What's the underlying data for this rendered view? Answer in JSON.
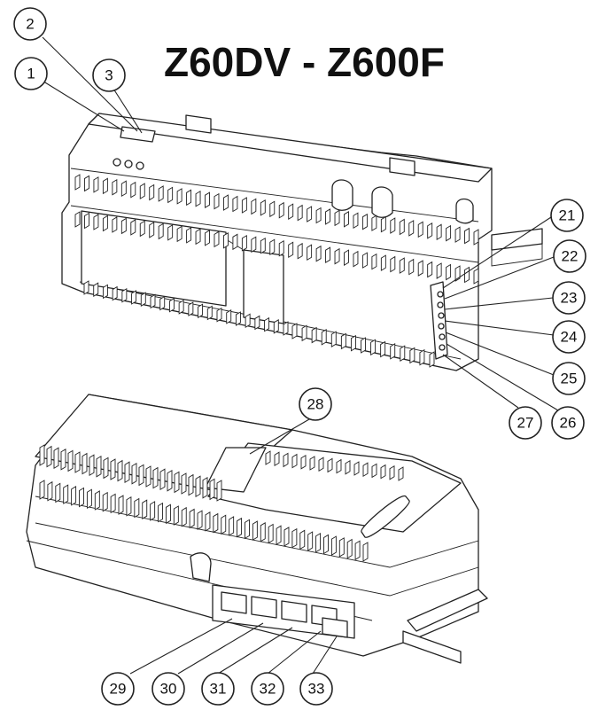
{
  "title": "Z60DV - Z600F",
  "callouts_top": [
    "1",
    "2",
    "3",
    "21",
    "22",
    "23",
    "24",
    "25",
    "26",
    "27"
  ],
  "callouts_bottom": [
    "28",
    "29",
    "30",
    "31",
    "32",
    "33"
  ]
}
